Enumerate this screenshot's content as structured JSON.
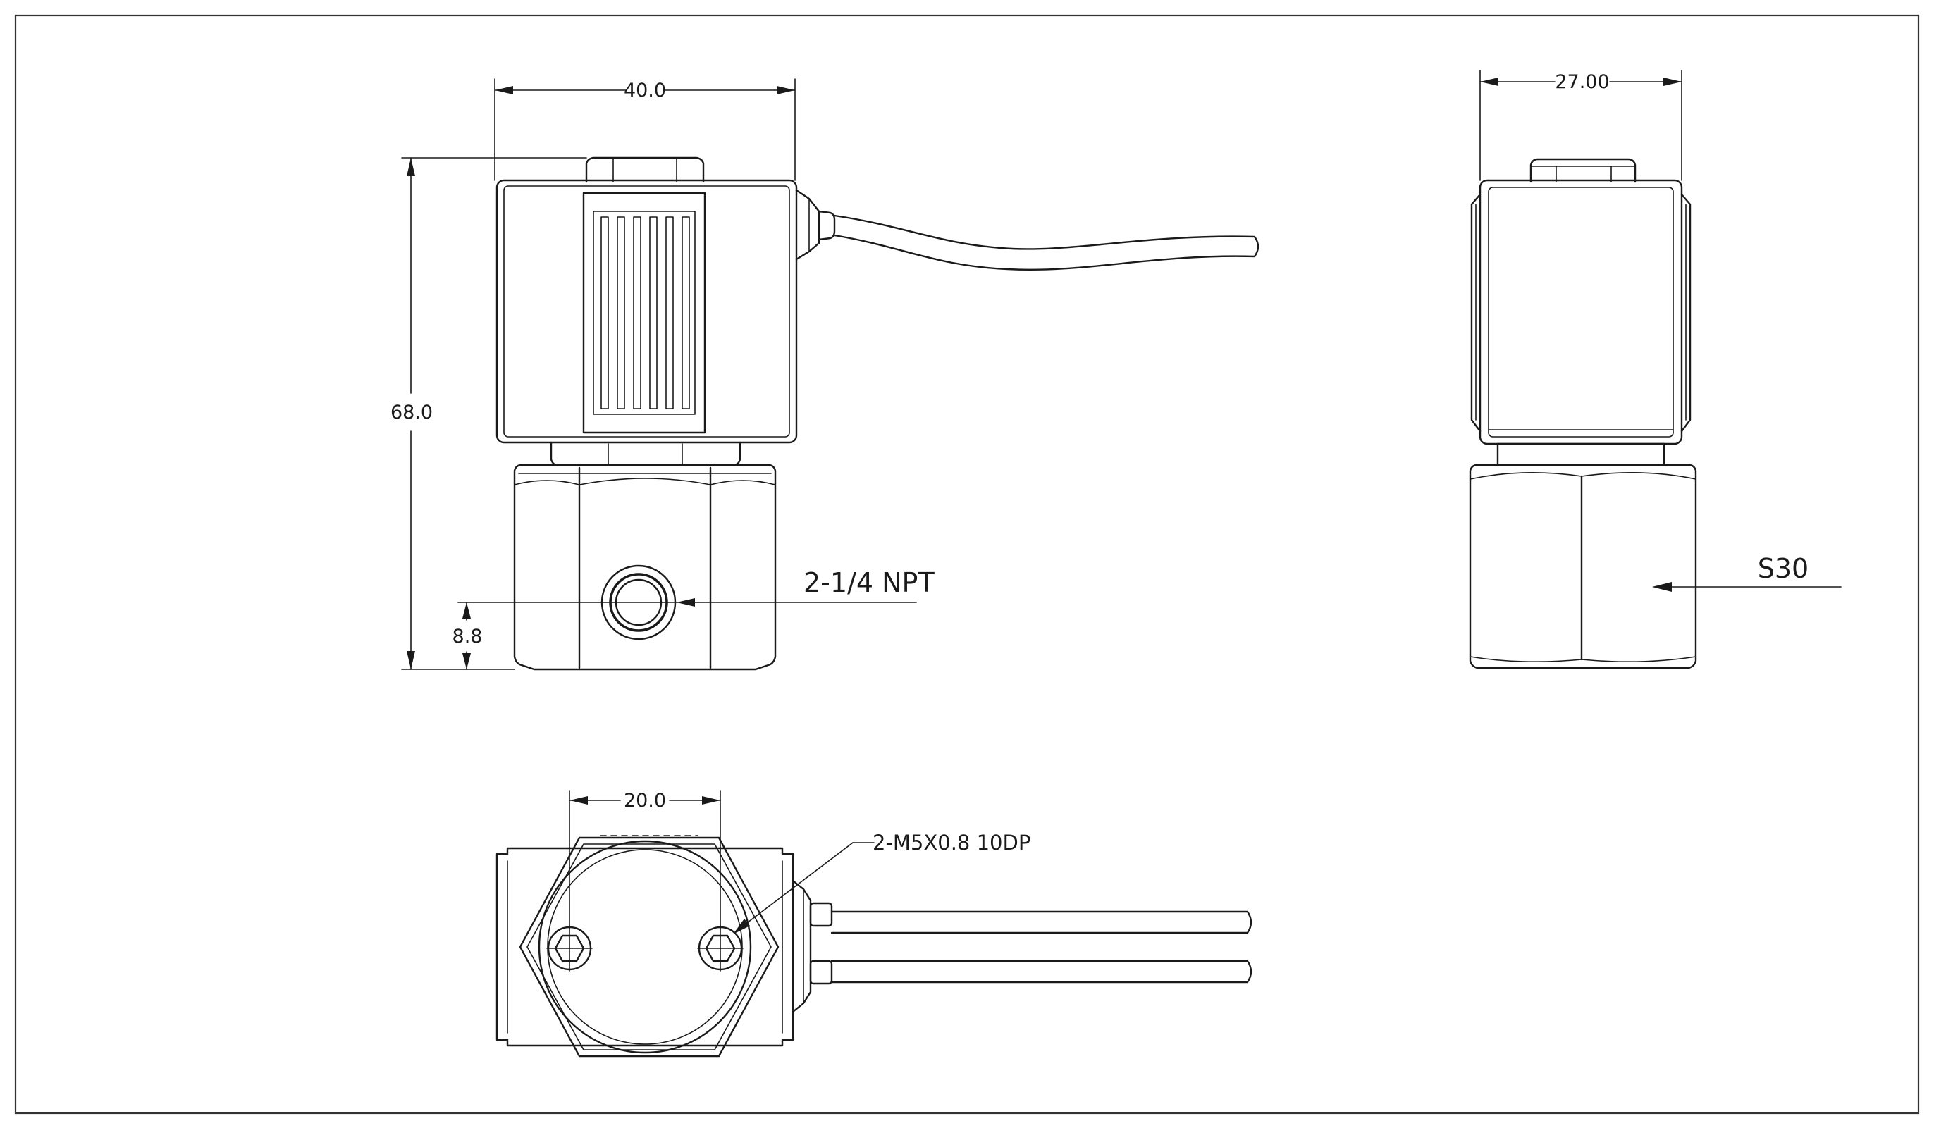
{
  "dimensions": {
    "width_front": "40.0",
    "height_total": "68.0",
    "port_height": "8.8",
    "width_side": "27.00",
    "hole_spacing": "20.0"
  },
  "callouts": {
    "port": "2-1/4 NPT",
    "hex": "S30",
    "holes": "2-M5X0.8 10DP"
  }
}
